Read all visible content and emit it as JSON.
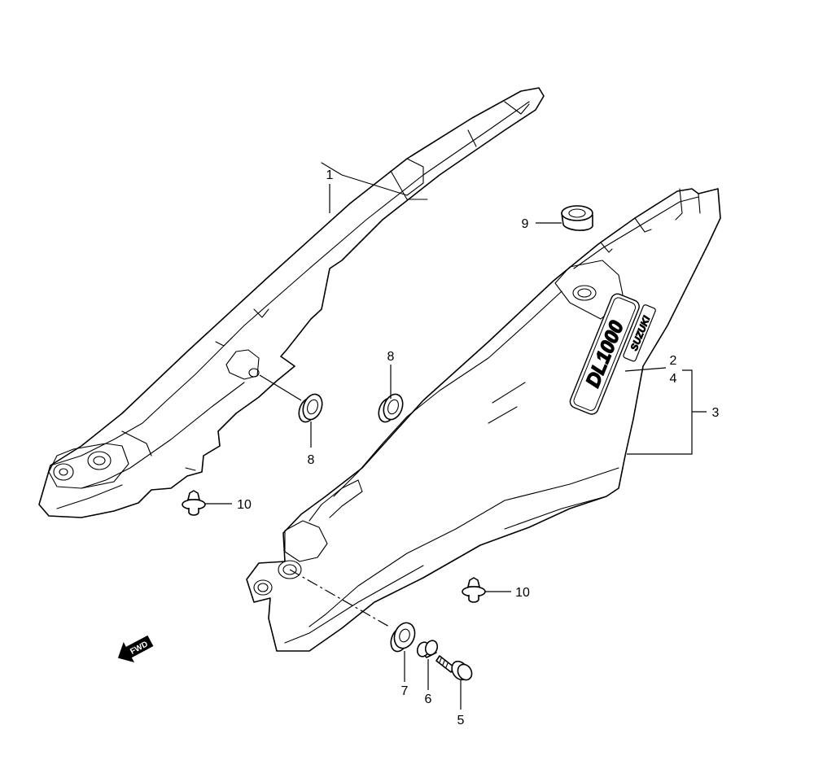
{
  "diagram": {
    "brand_logo": {
      "model": "DL1000",
      "brand": "SUZUKI"
    },
    "fwd_arrow_label": "FWD",
    "callouts": [
      {
        "id": "1",
        "label": "1"
      },
      {
        "id": "2",
        "label": "2"
      },
      {
        "id": "3",
        "label": "3"
      },
      {
        "id": "4",
        "label": "4"
      },
      {
        "id": "5",
        "label": "5"
      },
      {
        "id": "6",
        "label": "6"
      },
      {
        "id": "7",
        "label": "7"
      },
      {
        "id": "8a",
        "label": "8"
      },
      {
        "id": "8b",
        "label": "8"
      },
      {
        "id": "9",
        "label": "9"
      },
      {
        "id": "10a",
        "label": "10"
      },
      {
        "id": "10b",
        "label": "10"
      }
    ]
  }
}
